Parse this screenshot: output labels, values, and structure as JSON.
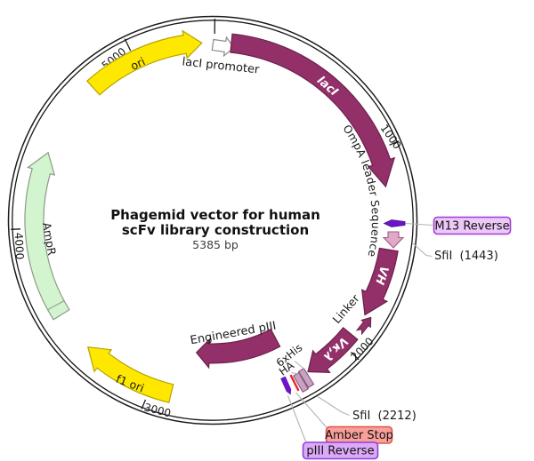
{
  "title": {
    "line1": "Phagemid vector for human",
    "line2": "scFv library construction",
    "size_label": "5385 bp"
  },
  "plasmid": {
    "length_bp": 5385,
    "shape": "circular"
  },
  "ticks": {
    "t1000": {
      "label": "1000"
    },
    "t2000": {
      "label": "2000"
    },
    "t3000": {
      "label": "3000"
    },
    "t4000": {
      "label": "4000"
    },
    "t5000": {
      "label": "5000"
    }
  },
  "features": {
    "ori": {
      "label": "ori"
    },
    "lacI_promoter": {
      "label": "lacI promoter"
    },
    "lacI": {
      "label": "lacI"
    },
    "ompA": {
      "label": "OmpA leader Sequence"
    },
    "vh": {
      "label": "VH"
    },
    "linker": {
      "label": "Linker"
    },
    "vkl": {
      "label": "Vκ,λ"
    },
    "his6": {
      "label": "6xHis"
    },
    "ha": {
      "label": "HA"
    },
    "eng_piii": {
      "label": "Engineered pIII"
    },
    "f1_ori": {
      "label": "f1 ori"
    },
    "ampr": {
      "label": "AmpR"
    }
  },
  "sites": {
    "sfi1": {
      "label": "SfiI  (1443)"
    },
    "sfi2": {
      "label": "SfiI  (2212)"
    }
  },
  "callouts": {
    "m13_reverse": {
      "label": "M13 Reverse"
    },
    "amber_stop": {
      "label": "Amber Stop"
    },
    "piii_reverse": {
      "label": "pIII Reverse"
    }
  },
  "colors": {
    "backbone": "#1a1a1a",
    "cds": "#93306A",
    "cds_stroke": "#6B2049",
    "ori_yellow": "#FFE800",
    "ori_yellow_stroke": "#B5A300",
    "ampr_green": "#D2F5D0",
    "ampr_green_stroke": "#8B9B85",
    "signal_pink": "#E0A9C8",
    "signal_pink_stroke": "#A05A86",
    "primer_purple": "#6A16C8",
    "primer_purple_stroke": "#4A0D8F",
    "tag_mauve": "#C9A2C0",
    "tag_mauve_stroke": "#7E4E76",
    "stop_red": "#E8252D",
    "promoter_white": "#FFFFFF",
    "promoter_stroke": "#8A8A8A",
    "leader_gray": "#B3B3B3",
    "m13_box_fill": "#ECC8F8",
    "m13_box_stroke": "#A43BD3",
    "amber_box_fill": "#F9A09B",
    "amber_box_stroke": "#E25549",
    "piii_box_fill": "#DCA9F8",
    "piii_box_stroke": "#8F41D9"
  }
}
